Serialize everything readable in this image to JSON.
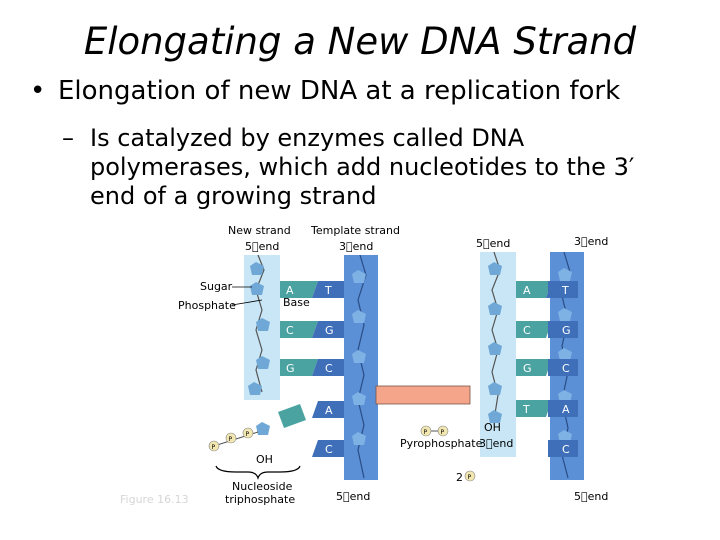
{
  "slide": {
    "title": "Elongating a New DNA Strand",
    "bullet_marker": "•",
    "bullet": "Elongation of new DNA at a replication fork",
    "sub_marker": "–",
    "sub_bullet": "Is catalyzed by enzymes called DNA polymerases, which add nucleotides to the 3′ end of a growing strand"
  },
  "figure": {
    "labels": {
      "new_strand": "New strand",
      "new_strand_end": "5\u0000end",
      "template_strand": "Template strand",
      "template_end": "3\u0000end",
      "right_new_end": "5\u0000end",
      "right_template_end": "3\u0000end",
      "sugar": "Sugar",
      "phosphate": "Phosphate",
      "base": "Base",
      "oh_left": "OH",
      "nucleoside": "Nucleoside",
      "triphosphate": "triphosphate",
      "figure_caption": "Figure 16.13",
      "bottom_template_end_left": "5\u0000end",
      "oh_right": "OH",
      "pyrophosphate": "Pyrophosphate",
      "new_3_end": "3\u0000end",
      "two_p": "2",
      "bottom_right_end": "5\u0000end"
    },
    "left_pairs": [
      {
        "new": "A",
        "template": "T"
      },
      {
        "new": "C",
        "template": "G"
      },
      {
        "new": "G",
        "template": "C"
      },
      {
        "new": "",
        "template": "A"
      },
      {
        "new": "",
        "template": "C"
      }
    ],
    "right_pairs": [
      {
        "new": "A",
        "template": "T"
      },
      {
        "new": "C",
        "template": "G"
      },
      {
        "new": "G",
        "template": "C"
      },
      {
        "new": "T",
        "template": "A"
      },
      {
        "new": "",
        "template": "C"
      }
    ],
    "phosphate_letter": "P",
    "colors": {
      "new_strand_bg": "#c8e6f5",
      "template_strand_bg": "#5b8fd6",
      "sugar": "#6fa7d6",
      "new_base": "#4aa3a0",
      "template_base": "#3f6fb8",
      "phosphate": "#f2e7b0",
      "arrow": "#f4a58a"
    }
  }
}
